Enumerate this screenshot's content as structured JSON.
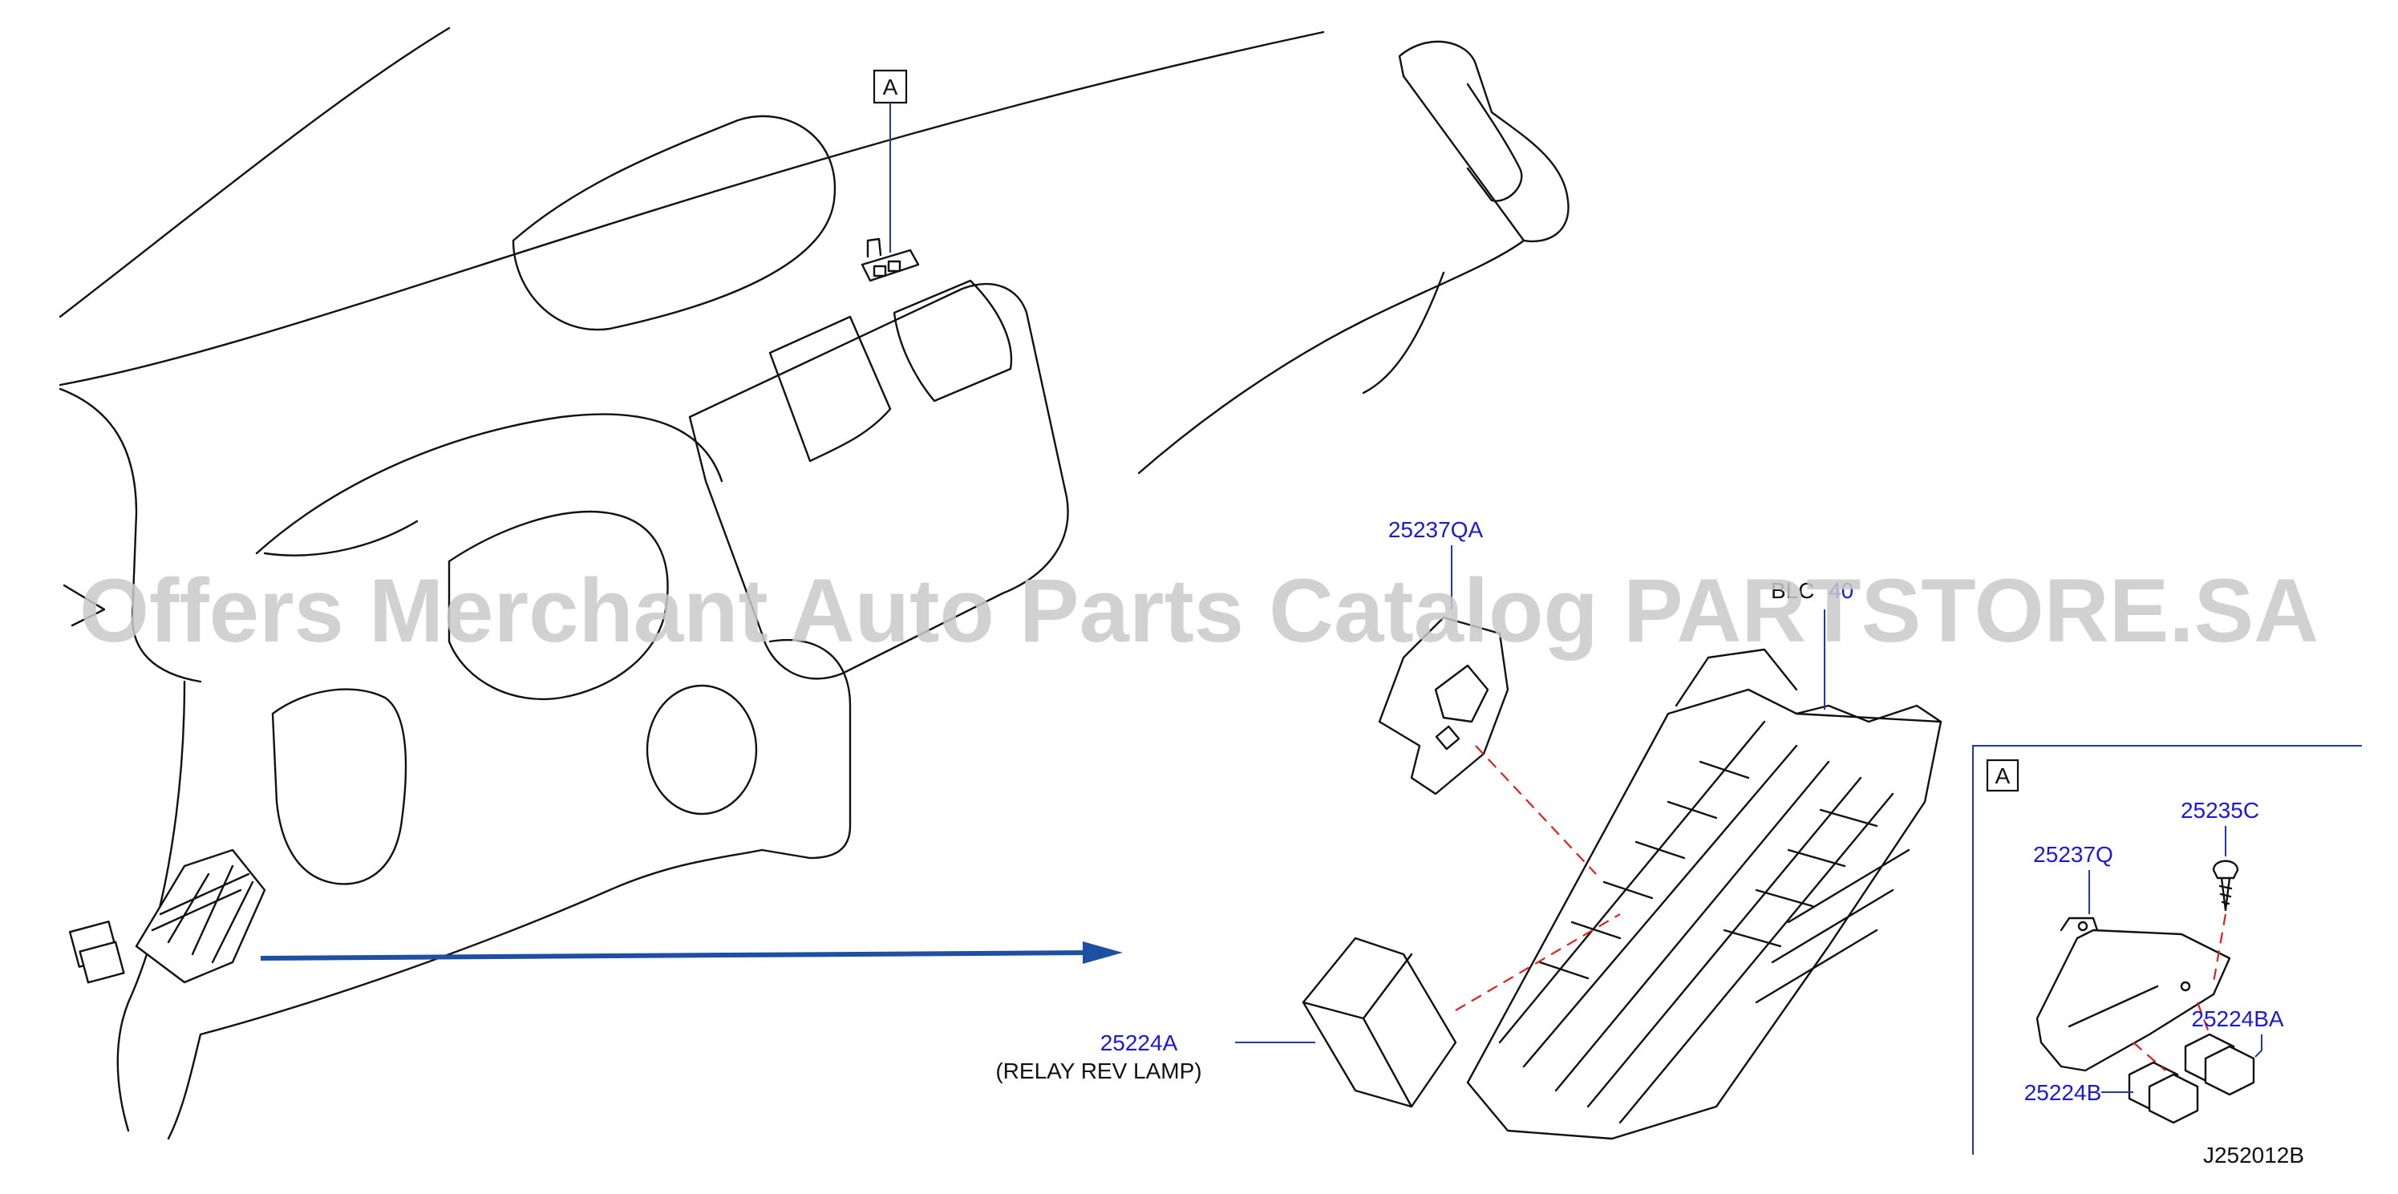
{
  "diagram": {
    "callout_a_main": "A",
    "callout_a_detail": "A",
    "parts": {
      "p25237QA": "25237QA",
      "p25224A": "25224A",
      "p25224A_desc": "(RELAY   REV   LAMP)",
      "p25237Q": "25237Q",
      "p25235C": "25235C",
      "p25224BA": "25224BA",
      "p25224B": "25224B",
      "fuse_block_partial": "BLC",
      "fuse_block_partial_num": "40"
    },
    "drawing_code": "J252012B",
    "watermark": "Offers Merchant Auto Parts Catalog PARTSTORE.SA",
    "colors": {
      "part_number": "#1a1ad6",
      "leader": "#1f3aa8",
      "phantom": "#e0201e",
      "arrow": "#1d4fa3",
      "watermark": "#c9c9c9"
    }
  }
}
